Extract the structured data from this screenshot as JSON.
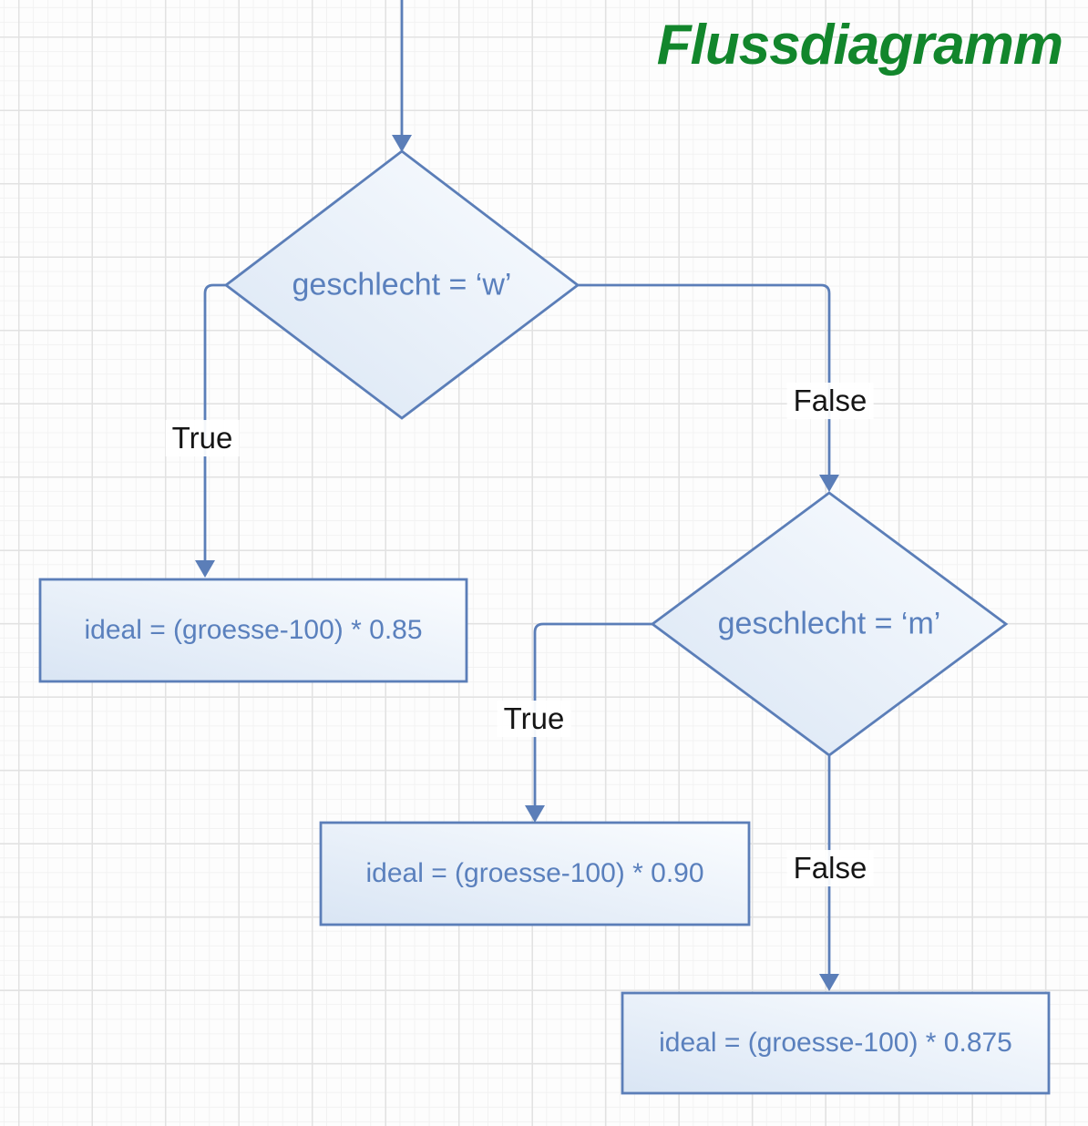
{
  "title": {
    "text": "Flussdiagramm",
    "color": "#12862c"
  },
  "colors": {
    "edge_stroke": "#5b7eb8",
    "node_border": "#5b7eb8",
    "node_text": "#5a80bd",
    "node_fill_light": "#fbfdff",
    "node_fill_dark": "#d9e5f4",
    "edge_label_text": "#151515",
    "grid_minor": "#f2f2f2",
    "grid_major": "#e2e2e2"
  },
  "nodes": {
    "decision1": {
      "type": "decision",
      "label": "geschlecht = ‘w’"
    },
    "decision2": {
      "type": "decision",
      "label": "geschlecht = ‘m’"
    },
    "process1": {
      "type": "process",
      "label": "ideal = (groesse-100) * 0.85"
    },
    "process2": {
      "type": "process",
      "label": "ideal = (groesse-100) * 0.90"
    },
    "process3": {
      "type": "process",
      "label": "ideal = (groesse-100) * 0.875"
    }
  },
  "edges": {
    "d1_true": {
      "label": "True",
      "from": "decision1",
      "to": "process1"
    },
    "d1_false": {
      "label": "False",
      "from": "decision1",
      "to": "decision2"
    },
    "d2_true": {
      "label": "True",
      "from": "decision2",
      "to": "process2"
    },
    "d2_false": {
      "label": "False",
      "from": "decision2",
      "to": "process3"
    }
  }
}
